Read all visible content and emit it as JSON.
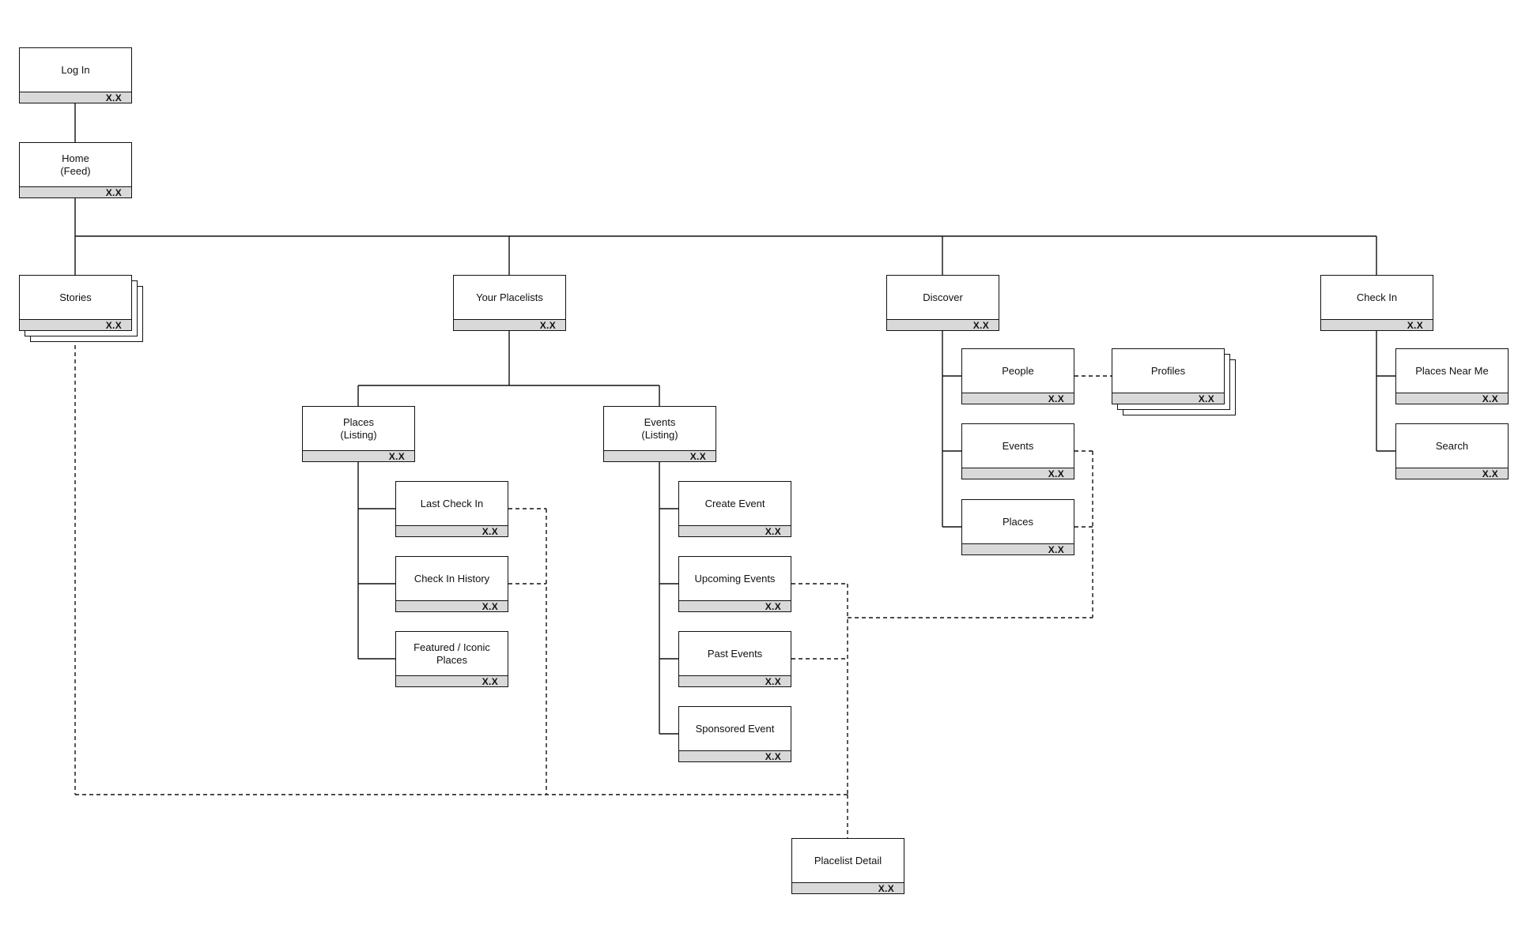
{
  "diagram": {
    "nodes": [
      {
        "id": "login",
        "label": "Log In",
        "ref": "X.X",
        "stacked": false
      },
      {
        "id": "home",
        "label": "Home\n(Feed)",
        "ref": "X.X",
        "stacked": false
      },
      {
        "id": "stories",
        "label": "Stories",
        "ref": "X.X",
        "stacked": true
      },
      {
        "id": "your-placelists",
        "label": "Your Placelists",
        "ref": "X.X",
        "stacked": false
      },
      {
        "id": "discover",
        "label": "Discover",
        "ref": "X.X",
        "stacked": false
      },
      {
        "id": "check-in",
        "label": "Check In",
        "ref": "X.X",
        "stacked": false
      },
      {
        "id": "places-listing",
        "label": "Places\n(Listing)",
        "ref": "X.X",
        "stacked": false
      },
      {
        "id": "events-listing",
        "label": "Events\n(Listing)",
        "ref": "X.X",
        "stacked": false
      },
      {
        "id": "last-check-in",
        "label": "Last Check In",
        "ref": "X.X",
        "stacked": false
      },
      {
        "id": "check-in-history",
        "label": "Check In History",
        "ref": "X.X",
        "stacked": false
      },
      {
        "id": "featured-iconic-places",
        "label": "Featured / Iconic\nPlaces",
        "ref": "X.X",
        "stacked": false
      },
      {
        "id": "create-event",
        "label": "Create Event",
        "ref": "X.X",
        "stacked": false
      },
      {
        "id": "upcoming-events",
        "label": "Upcoming Events",
        "ref": "X.X",
        "stacked": false
      },
      {
        "id": "past-events",
        "label": "Past Events",
        "ref": "X.X",
        "stacked": false
      },
      {
        "id": "sponsored-event",
        "label": "Sponsored Event",
        "ref": "X.X",
        "stacked": false
      },
      {
        "id": "discover-people",
        "label": "People",
        "ref": "X.X",
        "stacked": false
      },
      {
        "id": "discover-events",
        "label": "Events",
        "ref": "X.X",
        "stacked": false
      },
      {
        "id": "discover-places",
        "label": "Places",
        "ref": "X.X",
        "stacked": false
      },
      {
        "id": "profiles",
        "label": "Profiles",
        "ref": "X.X",
        "stacked": true
      },
      {
        "id": "places-near-me",
        "label": "Places Near Me",
        "ref": "X.X",
        "stacked": false
      },
      {
        "id": "search",
        "label": "Search",
        "ref": "X.X",
        "stacked": false
      },
      {
        "id": "placelist-detail",
        "label": "Placelist Detail",
        "ref": "X.X",
        "stacked": false
      }
    ],
    "colors": {
      "stroke": "#111111",
      "footer": "#d9d9d9",
      "background": "#ffffff"
    }
  }
}
